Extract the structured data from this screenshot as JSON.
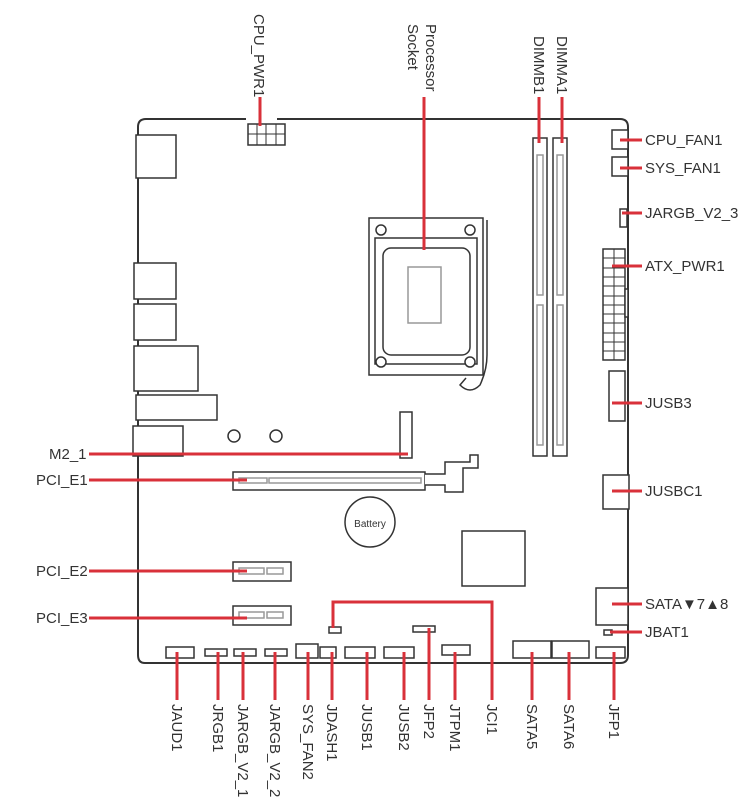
{
  "diagram": {
    "title": "Motherboard layout",
    "leader_color": "#d9313a",
    "outline_color": "#333333",
    "battery_label": "Battery",
    "labels": {
      "top": {
        "cpu_pwr1": "CPU_PWR1",
        "processor_socket": "Processor\nSocket",
        "processor_socket_line1": "Processor",
        "processor_socket_line2": "Socket",
        "dimmb1": "DIMMB1",
        "dimma1": "DIMMA1"
      },
      "right": {
        "cpu_fan1": "CPU_FAN1",
        "sys_fan1": "SYS_FAN1",
        "jargb_v2_3": "JARGB_V2_3",
        "atx_pwr1": "ATX_PWR1",
        "jusb3": "JUSB3",
        "jusbc1": "JUSBC1",
        "sata78": "SATA▼7▲8",
        "jbat1": "JBAT1"
      },
      "left": {
        "m2_1": "M2_1",
        "pci_e1": "PCI_E1",
        "pci_e2": "PCI_E2",
        "pci_e3": "PCI_E3"
      },
      "bottom": {
        "jaud1": "JAUD1",
        "jrgb1": "JRGB1",
        "jargb_v2_1": "JARGB_V2_1",
        "jargb_v2_2": "JARGB_V2_2",
        "sys_fan2": "SYS_FAN2",
        "jdash1": "JDASH1",
        "jusb1": "JUSB1",
        "jusb2": "JUSB2",
        "jfp2": "JFP2",
        "jtpm1": "JTPM1",
        "jci1": "JCI1",
        "sata5": "SATA5",
        "sata6": "SATA6",
        "jfp1": "JFP1"
      }
    }
  }
}
